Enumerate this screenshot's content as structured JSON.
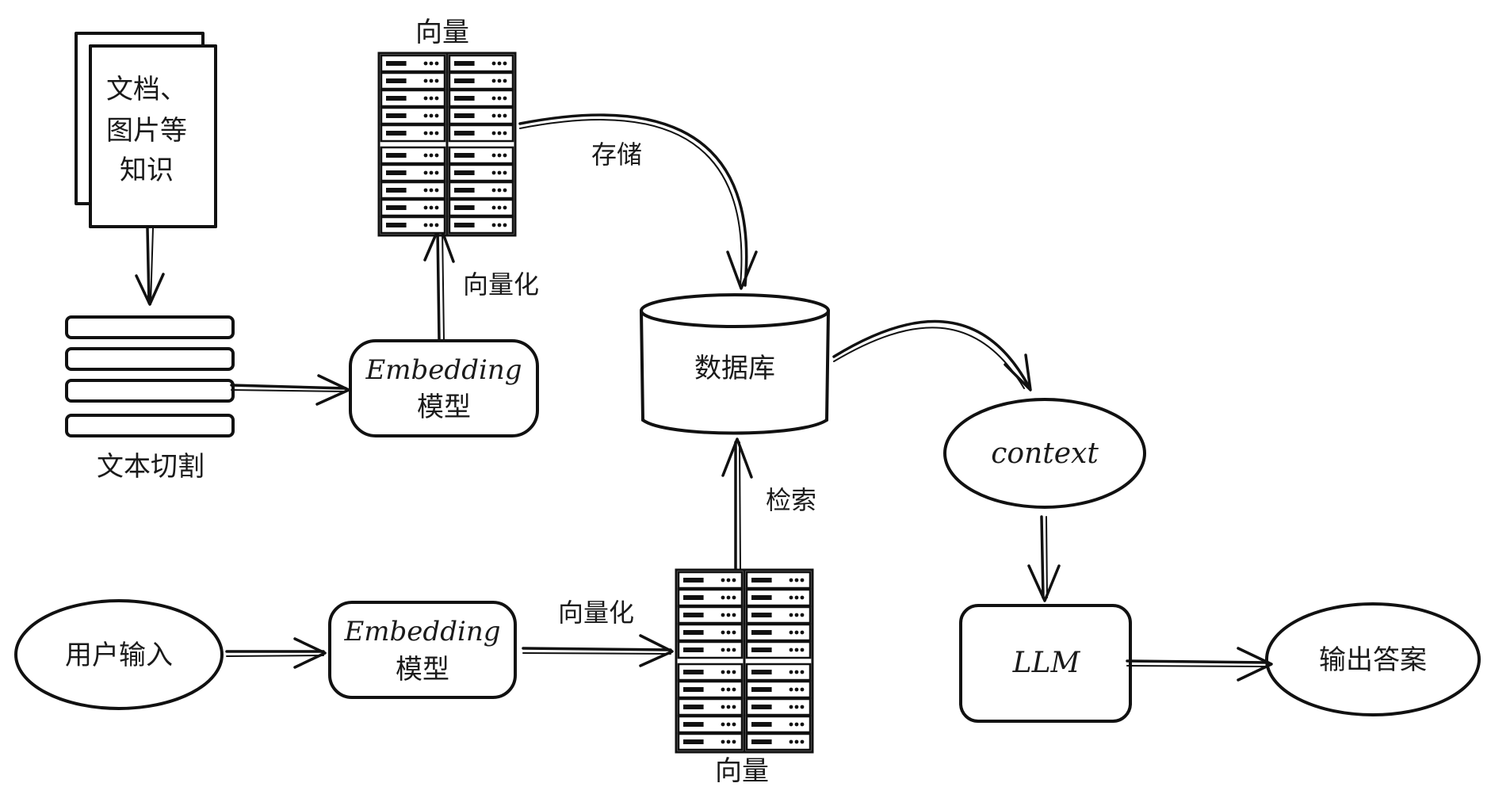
{
  "nodes": {
    "docs": "文档、\n图片等\n知识",
    "chunks": "文本切割",
    "embed_top_1": "Embedding",
    "embed_top_2": "模型",
    "vectors_top": "向量",
    "db": "数据库",
    "user_input": "用户输入",
    "embed_bottom_1": "Embedding",
    "embed_bottom_2": "模型",
    "vectors_bottom": "向量",
    "context": "context",
    "llm": "LLM",
    "answer": "输出答案"
  },
  "edges": {
    "vectorize_top": "向量化",
    "store": "存储",
    "vectorize_bottom": "向量化",
    "retrieve": "检索"
  },
  "colors": {
    "ink": "#111111",
    "background": "#ffffff"
  }
}
